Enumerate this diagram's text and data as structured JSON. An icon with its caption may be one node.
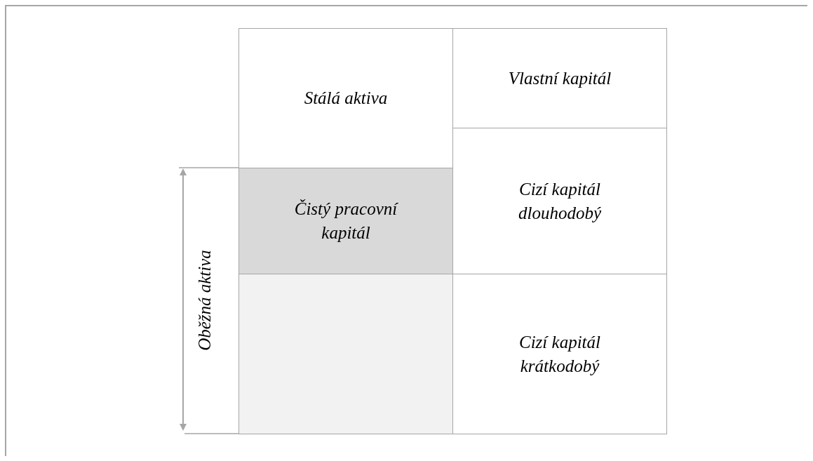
{
  "diagram": {
    "nodes": [
      {
        "text": [
          "Stálá aktiva"
        ]
      },
      {
        "text": [
          "Čistý pracovní kapitál"
        ]
      },
      {
        "text": [],
        "shape": "box"
      },
      {
        "text": [
          "Vlastní kapitál"
        ]
      },
      {
        "text": [
          "Cizí kapitál dlouhodobý"
        ]
      },
      {
        "text": [
          "Cizí kapitál krátkodobý"
        ]
      }
    ],
    "labels": [
      "Oběžná aktiva"
    ]
  }
}
